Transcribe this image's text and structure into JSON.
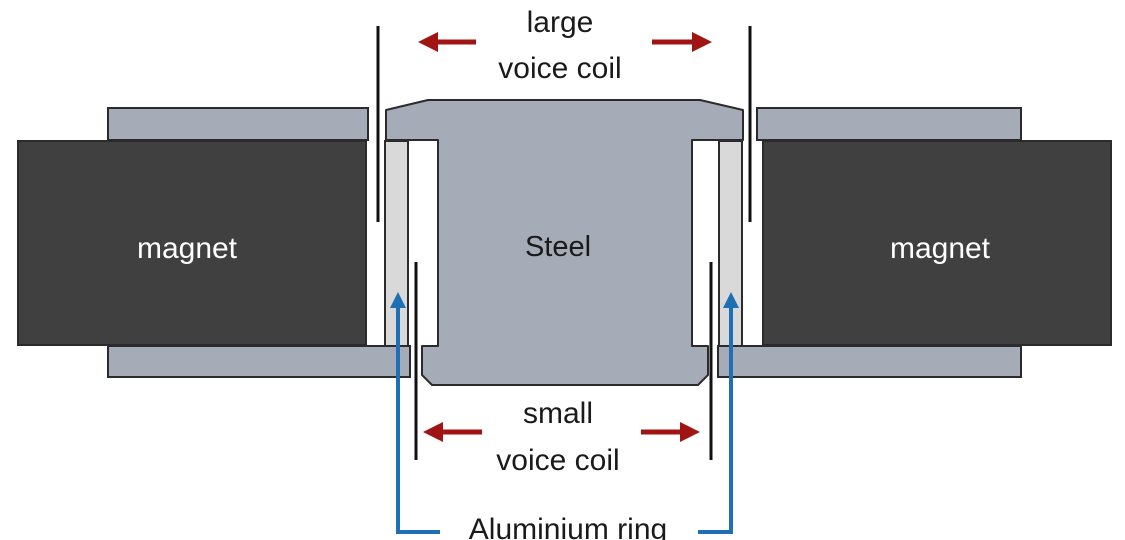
{
  "labels": {
    "large_line1": "large",
    "large_line2": "voice coil",
    "small_line1": "small",
    "small_line2": "voice coil",
    "steel": "Steel",
    "magnet_left": "magnet",
    "magnet_right": "magnet",
    "aluminium": "Aluminium ring"
  },
  "colors": {
    "magnet": "#404040",
    "steel": "#a5acb8",
    "aluminium_ring": "#d9d9d9",
    "arrow_red": "#a11414",
    "arrow_blue": "#1f6fb5",
    "outline": "#2b2b2b"
  }
}
